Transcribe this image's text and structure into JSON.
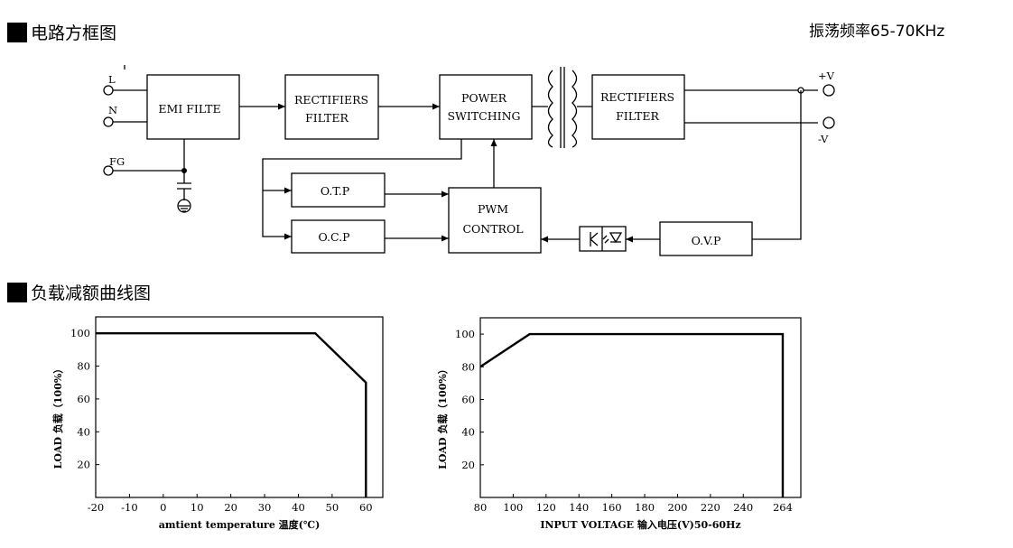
{
  "sections": {
    "block_diagram_title": "电路方框图",
    "derating_title": "负载减额曲线图",
    "frequency": "振荡频率65-70KHz"
  },
  "terminals": {
    "l": "L",
    "n": "N",
    "fg": "FG",
    "plus_v": "+V",
    "minus_v": "-V"
  },
  "blocks": {
    "emi_filter": [
      "EMI FILTE"
    ],
    "rectifiers_filter_in": [
      "RECTIFIERS",
      "FILTER"
    ],
    "power_switching": [
      "POWER",
      "SWITCHING"
    ],
    "rectifiers_filter_out": [
      "RECTIFIERS",
      "FILTER"
    ],
    "otp": [
      "O.T.P"
    ],
    "ocp": [
      "O.C.P"
    ],
    "pwm_control": [
      "PWM",
      "CONTROL"
    ],
    "ovp": [
      "O.V.P"
    ]
  },
  "chart_data": [
    {
      "type": "line",
      "title": "",
      "xlabel": "amtient temperature 温度(℃)",
      "ylabel": "LOAD 负载（100%）",
      "x_ticks": [
        -20,
        -10,
        0,
        10,
        20,
        30,
        40,
        50,
        60
      ],
      "y_ticks": [
        20,
        40,
        60,
        80,
        100
      ],
      "xlim": [
        -20,
        65
      ],
      "ylim": [
        0,
        110
      ],
      "series": [
        {
          "x": [
            -20,
            45,
            60,
            60
          ],
          "y": [
            100,
            100,
            70,
            0
          ]
        }
      ],
      "grid": false
    },
    {
      "type": "line",
      "title": "",
      "xlabel": "INPUT VOLTAGE 输入电压(V)50-60Hz",
      "ylabel": "LOAD 负载（100%）",
      "x_ticks": [
        80,
        100,
        120,
        140,
        160,
        180,
        200,
        220,
        240,
        264
      ],
      "y_ticks": [
        20,
        40,
        60,
        80,
        100
      ],
      "xlim": [
        80,
        275
      ],
      "ylim": [
        0,
        110
      ],
      "series": [
        {
          "x": [
            80,
            110,
            264,
            264
          ],
          "y": [
            80,
            100,
            100,
            0
          ]
        }
      ],
      "grid": false
    }
  ]
}
